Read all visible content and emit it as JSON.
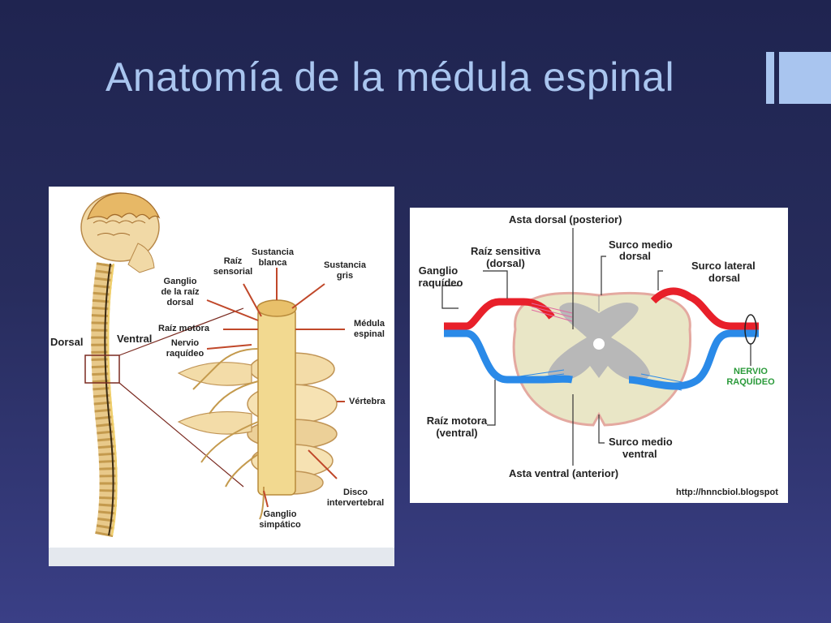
{
  "slide": {
    "title": "Anatomía de la médula espinal",
    "colors": {
      "background": "#1f2450",
      "title": "#a9c5ef",
      "accent": "#a9c5ef"
    }
  },
  "left_diagram": {
    "labels": {
      "dorsal": "Dorsal",
      "ventral": "Ventral",
      "sustancia_blanca": [
        "Sustancia",
        "blanca"
      ],
      "raiz_sensorial": [
        "Raíz",
        "sensorial"
      ],
      "sustancia_gris": [
        "Sustancia",
        "gris"
      ],
      "ganglio_raiz_dorsal": [
        "Ganglio",
        "de la raíz",
        "dorsal"
      ],
      "raiz_motora": "Raíz motora",
      "medula_espinal": [
        "Médula",
        "espinal"
      ],
      "nervio_raquideo": [
        "Nervio",
        "raquídeo"
      ],
      "vertebra": "Vértebra",
      "disco_intervertebral": [
        "Disco",
        "intervertebral"
      ],
      "ganglio_simpatico": [
        "Ganglio",
        "simpático"
      ]
    }
  },
  "right_diagram": {
    "labels": {
      "asta_dorsal": "Asta dorsal (posterior)",
      "raiz_sensitiva": [
        "Raíz sensitiva",
        "(dorsal)"
      ],
      "surco_medio_dorsal": [
        "Surco medio",
        "dorsal"
      ],
      "surco_lateral_dorsal": [
        "Surco lateral",
        "dorsal"
      ],
      "ganglio_raquideo": [
        "Ganglio",
        "raquídeo"
      ],
      "nervio_raquideo": [
        "NERVIO",
        "RAQUÍDEO"
      ],
      "raiz_motora": [
        "Raíz motora",
        "(ventral)"
      ],
      "surco_medio_ventral": [
        "Surco medio",
        "ventral"
      ],
      "asta_ventral": "Asta ventral (anterior)",
      "source": "http://hnncbiol.blogspot"
    }
  }
}
